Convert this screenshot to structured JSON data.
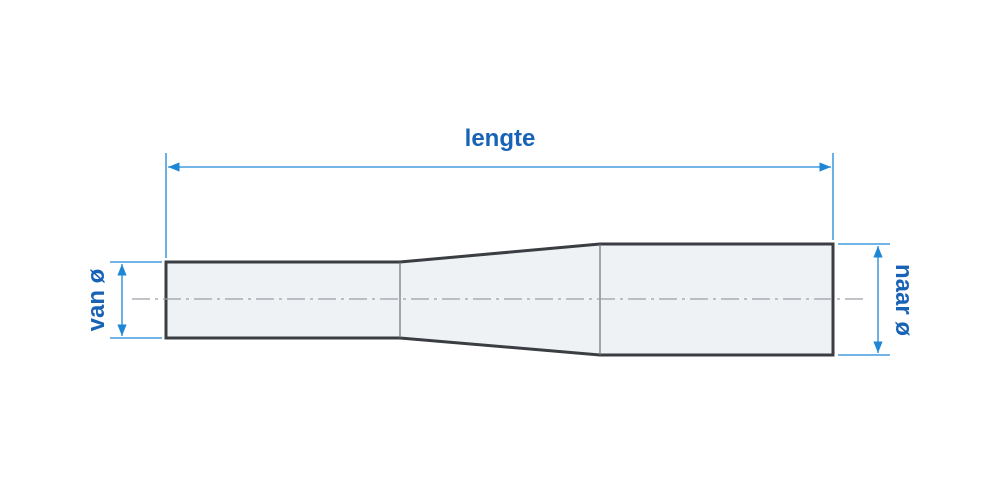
{
  "labels": {
    "length": "lengte",
    "from_diameter": "van ø",
    "to_diameter": "naar ø"
  },
  "colors": {
    "dimension": "#1d87d6",
    "label": "#1863b6",
    "outline": "#3a3d42",
    "fill": "#eef2f5",
    "centerline": "#9aa0a6"
  }
}
